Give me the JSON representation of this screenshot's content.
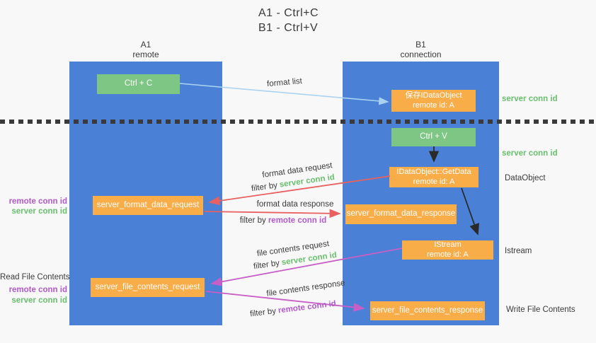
{
  "title": {
    "line1": "A1 - Ctrl+C",
    "line2": "B1 - Ctrl+V"
  },
  "colors": {
    "background": "#f8f8f8",
    "column_blue": "#4a81d7",
    "box_green": "#7ec683",
    "box_orange": "#f8ad49",
    "arrow_light_blue": "#a9d3f2",
    "arrow_red": "#e8605f",
    "arrow_magenta": "#c75fc7",
    "arrow_black": "#2a2a2a",
    "label_green": "#6abf6f",
    "label_purple": "#b25ac8",
    "text_dark": "#3b3b3b"
  },
  "columns": {
    "a": {
      "line1": "A1",
      "line2": "remote"
    },
    "b": {
      "line1": "B1",
      "line2": "connection"
    }
  },
  "boxes": {
    "ctrl_c": "Ctrl + C",
    "save_dataobject": {
      "line1": "保存IDataObject",
      "line2": "remote id: A"
    },
    "ctrl_v": "Ctrl + V",
    "getdata": {
      "line1": "IDataObject::GetData",
      "line2": "remote id: A"
    },
    "format_request": "server_format_data_request",
    "format_response": "server_format_data_response",
    "istream": {
      "line1": "IStream",
      "line2": "remote id: A"
    },
    "file_request": "server_file_contents_request",
    "file_response": "server_file_contents_response"
  },
  "flow_labels": {
    "format_list": "format list",
    "format_data_request": "format data request",
    "filter_server_1": {
      "prefix": "filter by",
      "highlight": "server conn id"
    },
    "format_data_response": "format data response",
    "filter_remote_1": {
      "prefix": "filter by",
      "highlight": "remote conn id"
    },
    "file_contents_request": "file contents request",
    "filter_server_2": {
      "prefix": "filter by",
      "highlight": "server conn id"
    },
    "file_contents_response": "file contents response",
    "filter_remote_2": {
      "prefix": "filter by",
      "highlight": "remote conn id"
    }
  },
  "side_labels": {
    "left": {
      "remote_conn_1": "remote conn id",
      "server_conn_1": "server conn id",
      "read_file": "Read File Contents",
      "remote_conn_2": "remote conn id",
      "server_conn_2": "server conn id"
    },
    "right": {
      "server_conn_1": "server conn id",
      "server_conn_2": "server conn id",
      "dataobject": "DataObject",
      "istream": "Istream",
      "write_file": "Write File Contents"
    }
  }
}
